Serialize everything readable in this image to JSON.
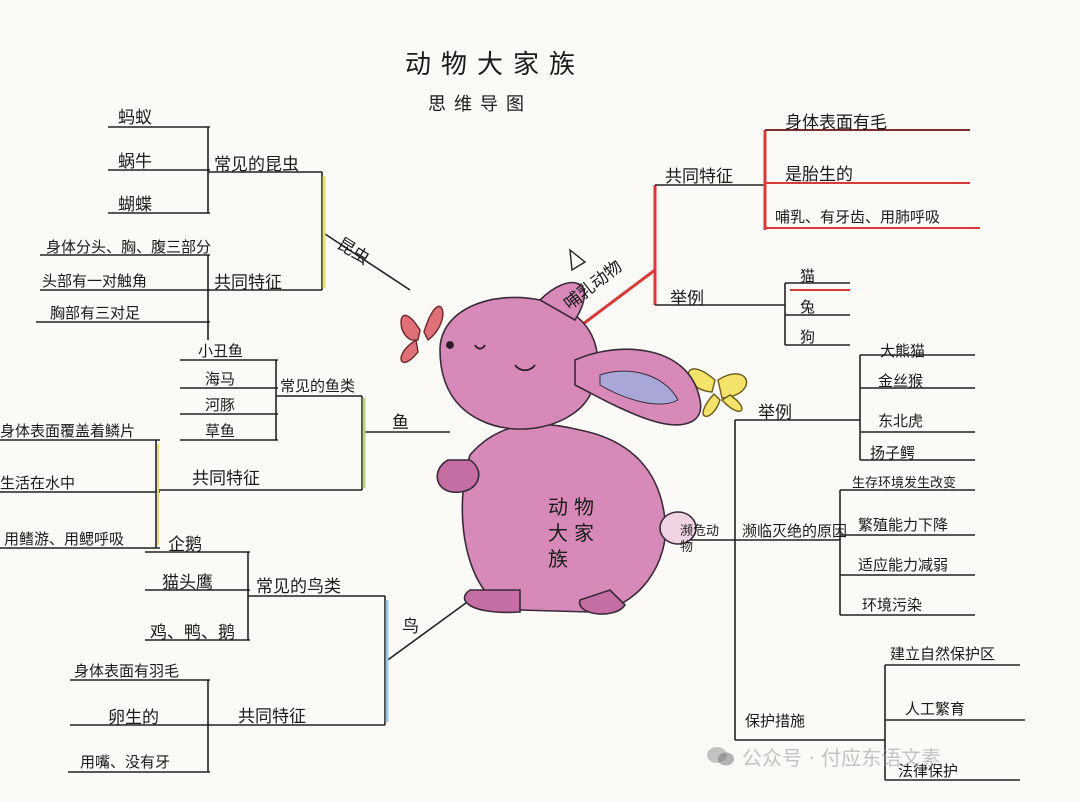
{
  "title": "动物大家族",
  "subtitle": "思维导图",
  "center_label": "动物大家族",
  "insects": {
    "branch": "昆虫",
    "common_label": "常见的昆虫",
    "examples": [
      "蚂蚁",
      "蜗牛",
      "蝴蝶"
    ],
    "traits_label": "共同特征",
    "traits": [
      "身体分头、胸、腹三部分",
      "头部有一对触角",
      "胸部有三对足"
    ]
  },
  "mammals": {
    "branch": "哺乳动物",
    "traits_label": "共同特征",
    "traits": [
      "身体表面有毛",
      "是胎生的",
      "哺乳、有牙齿、用肺呼吸"
    ],
    "examples_label": "举例",
    "examples": [
      "猫",
      "兔",
      "狗"
    ]
  },
  "fish": {
    "branch": "鱼",
    "common_label": "常见的鱼类",
    "examples": [
      "小丑鱼",
      "海马",
      "河豚",
      "草鱼"
    ],
    "traits_label": "共同特征",
    "traits": [
      "身体表面覆盖着鳞片",
      "生活在水中",
      "用鳍游、用鳃呼吸"
    ]
  },
  "birds": {
    "branch": "鸟",
    "common_label": "常见的鸟类",
    "examples": [
      "企鹅",
      "猫头鹰",
      "鸡、鸭、鹅"
    ],
    "traits_label": "共同特征",
    "traits": [
      "身体表面有羽毛",
      "卵生的",
      "用嘴、没有牙"
    ]
  },
  "endangered": {
    "branch": "濒危动物",
    "examples_label": "举例",
    "examples": [
      "大熊猫",
      "金丝猴",
      "东北虎",
      "扬子鳄"
    ],
    "reasons_label": "濒临灭绝的原因",
    "reasons": [
      "生存环境发生改变",
      "繁殖能力下降",
      "适应能力减弱",
      "环境污染"
    ],
    "protection_label": "保护措施",
    "protection": [
      "建立自然保护区",
      "人工繁育",
      "法律保护"
    ]
  },
  "watermark": "公众号 · 付应东语文素"
}
